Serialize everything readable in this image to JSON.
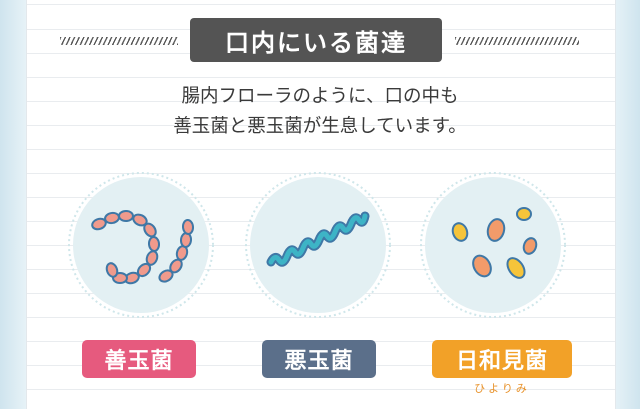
{
  "title": "口内にいる菌達",
  "intro": {
    "line1": "腸内フローラのように、口の中も",
    "line2": "善玉菌と悪玉菌が生息しています。"
  },
  "bacteria": {
    "good": {
      "label": "善玉菌",
      "color": "#e65a7e"
    },
    "bad": {
      "label": "悪玉菌",
      "color": "#5b6f8a"
    },
    "neutral": {
      "label": "日和見菌",
      "reading": "ひよりみ",
      "color": "#f2a128"
    }
  },
  "colors": {
    "title_bg": "#545454",
    "circle_fill": "#e3f0f3",
    "good_germ": "#f09a8c",
    "bad_germ": "#3db4c6",
    "neutral_germ_yellow": "#f6c43a",
    "neutral_germ_orange": "#f29b6a",
    "germ_outline": "#3f78a6"
  }
}
